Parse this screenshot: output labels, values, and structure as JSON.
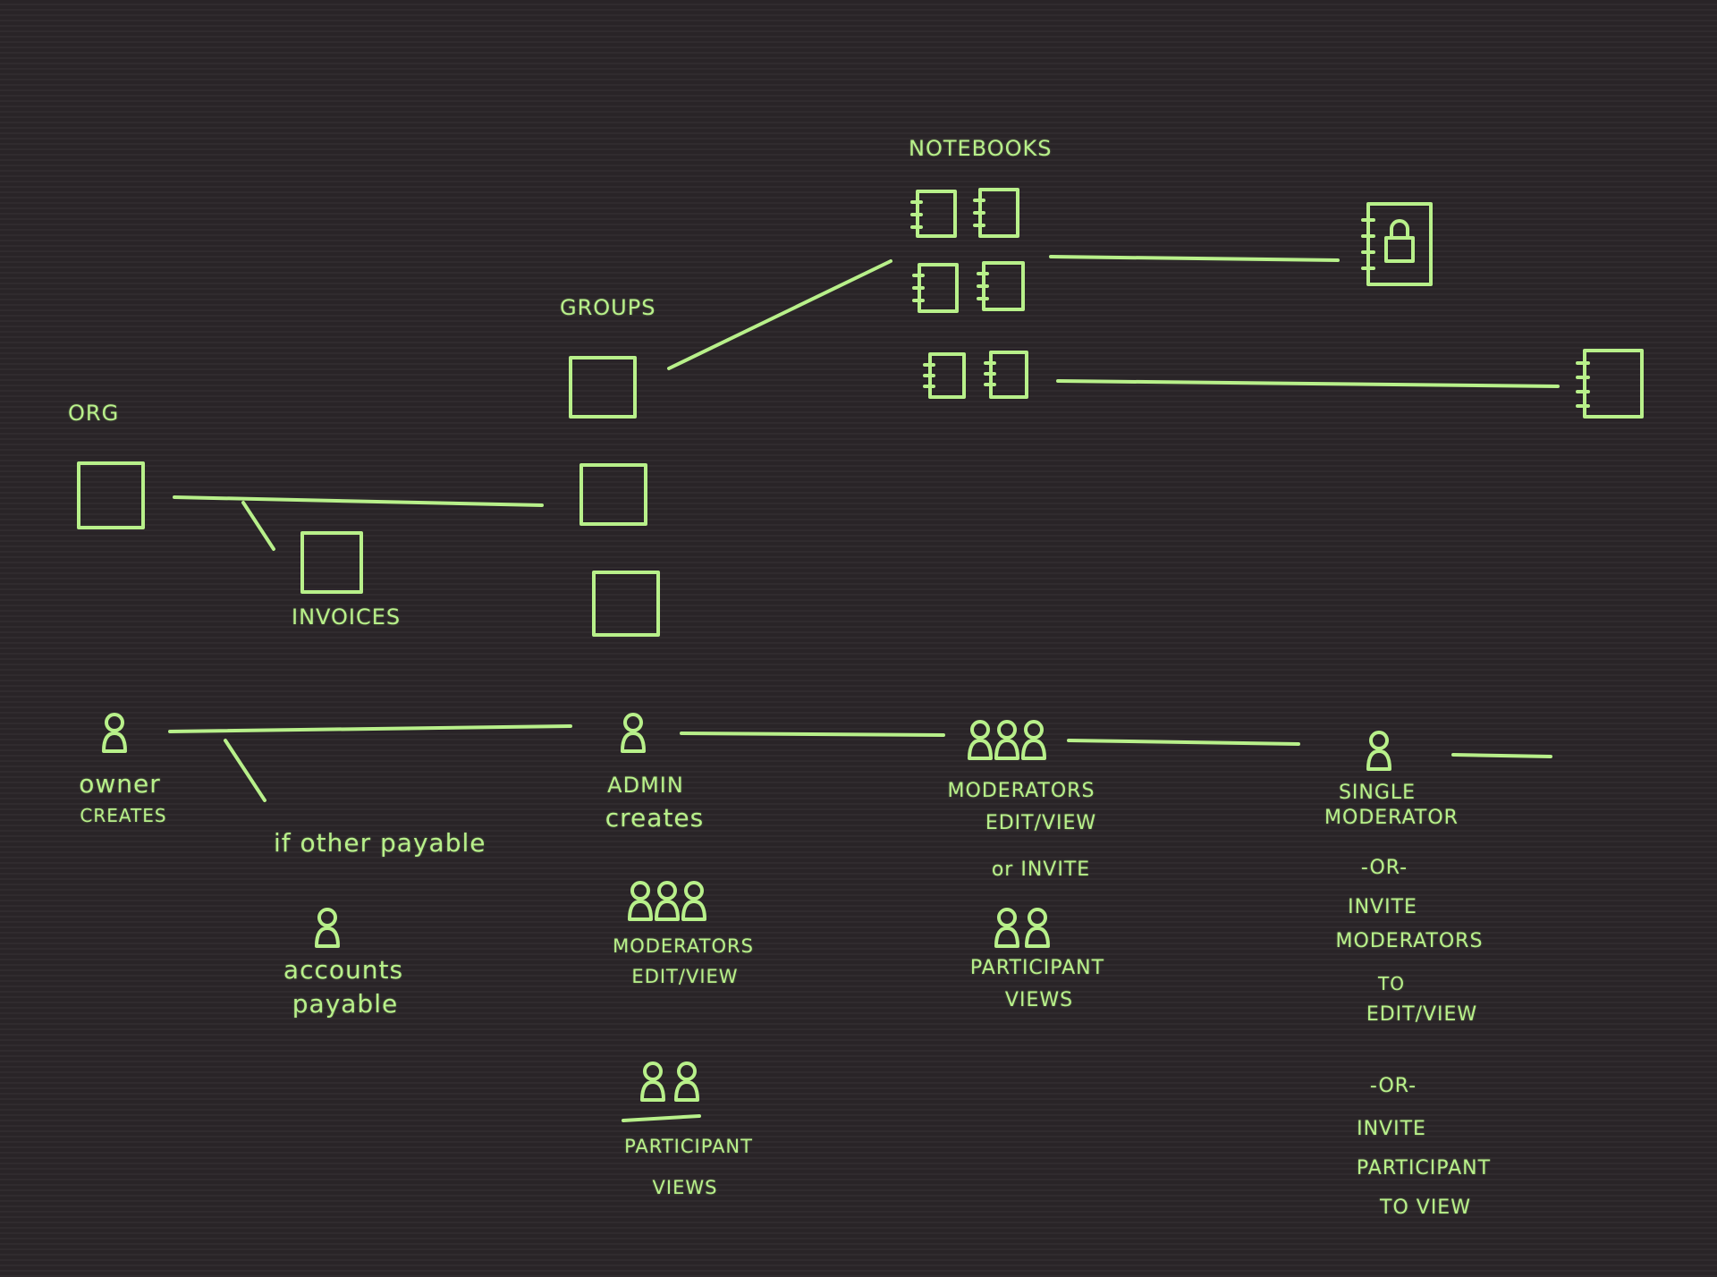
{
  "colors": {
    "chalk": "#b8f08a",
    "board": "#2b2629"
  },
  "headers": {
    "org": "ORG",
    "groups": "GROUPS",
    "notebooks": "NOTEBOOKS",
    "invoices": "INVOICES"
  },
  "roles": {
    "owner": {
      "line1": "owner",
      "line2": "CREATES"
    },
    "if_other": "if other payable",
    "accounts_payable": {
      "line1": "accounts",
      "line2": "payable"
    },
    "admin": {
      "line1": "ADMIN",
      "line2": "creates"
    },
    "admin_moderators": {
      "line1": "MODERATORS",
      "line2": "EDIT/VIEW"
    },
    "admin_participant": {
      "line1": "PARTICIPANT",
      "line2": "VIEWS"
    },
    "moderators": {
      "line1": "MODERATORS",
      "line2": "EDIT/VIEW"
    },
    "or_invite": "or INVITE",
    "participant": {
      "line1": "PARTICIPANT",
      "line2": "VIEWS"
    },
    "single": {
      "line1": "SINGLE",
      "line2": "MODERATOR",
      "or1": "-OR-",
      "line3": "INVITE",
      "line4": "MODERATORS",
      "line5": "TO",
      "line6": "EDIT/VIEW",
      "or2": "-OR-",
      "line7": "INVITE",
      "line8": "PARTICIPANT",
      "line9": "TO VIEW"
    }
  },
  "icons": [
    "org-box-icon",
    "invoice-box-icon",
    "group-box-icon",
    "notebook-icon",
    "locked-notebook-icon",
    "person-icon",
    "person-group-icon"
  ]
}
